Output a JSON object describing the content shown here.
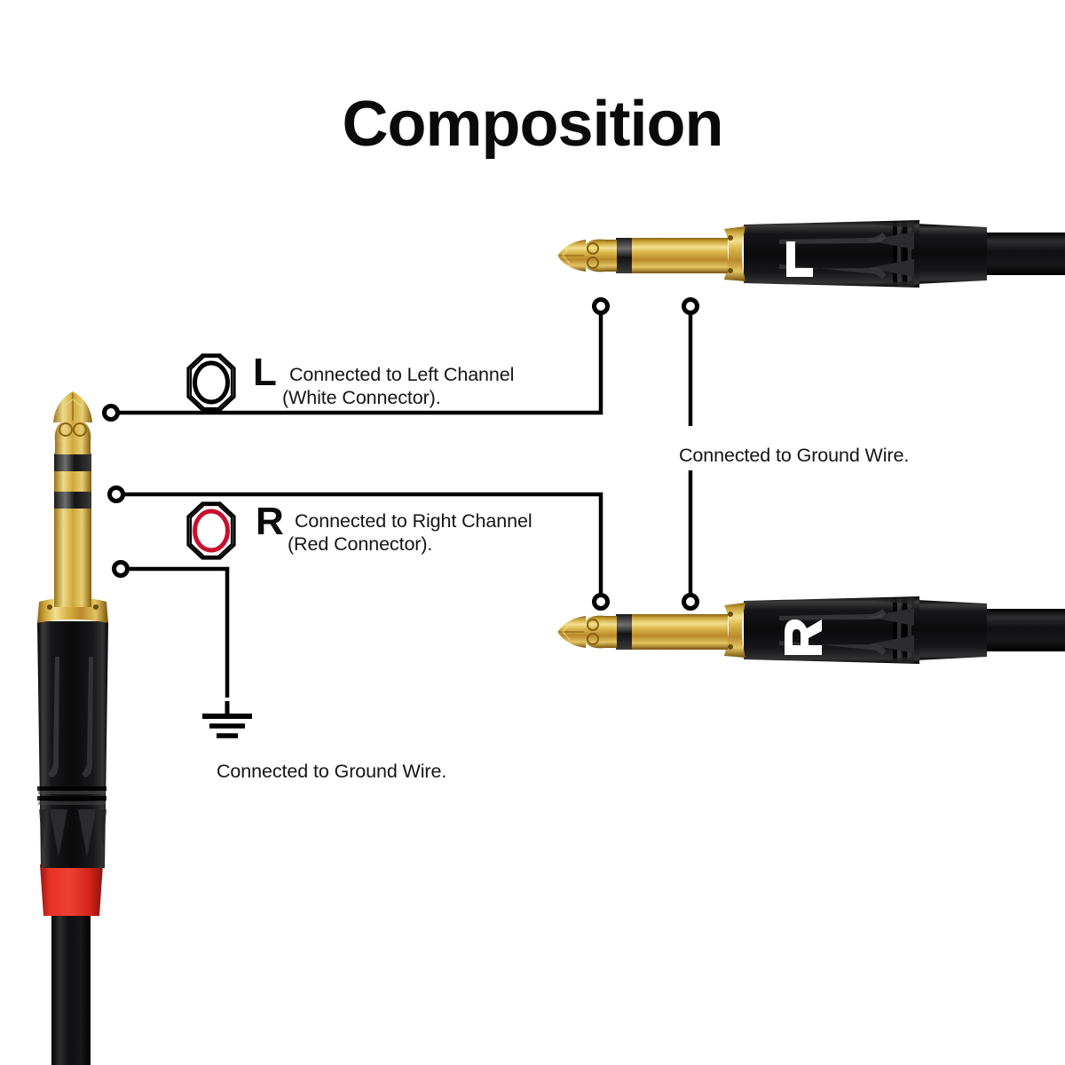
{
  "title": "Composition",
  "legend": {
    "left_channel": {
      "letter": "L",
      "line1": "Connected to Left Channel",
      "line2": "(White Connector).",
      "icon": "hex-nut-jack-white"
    },
    "right_channel": {
      "letter": "R",
      "line1": "Connected to Right Channel",
      "line2": "(Red Connector).",
      "icon": "hex-nut-jack-red"
    }
  },
  "ground": {
    "left_label": "Connected to Ground Wire.",
    "right_label": "Connected to Ground Wire.",
    "icon": "earth-ground-icon"
  },
  "connectors": {
    "trs_plug": {
      "name": "stereo-trs-plug",
      "band_color": "#E0281F",
      "tip_color": "#D4A429",
      "body_color": "#111111"
    },
    "mono_plug_left": {
      "name": "mono-ts-plug-left",
      "marking": "L",
      "tip_color": "#D4A429",
      "body_color": "#111111"
    },
    "mono_plug_right": {
      "name": "mono-ts-plug-right",
      "marking": "R",
      "tip_color": "#D4A429",
      "body_color": "#111111"
    }
  },
  "colors": {
    "red": "#C8102E",
    "gold": "#D4A429",
    "black": "#111111",
    "line": "#000000"
  }
}
